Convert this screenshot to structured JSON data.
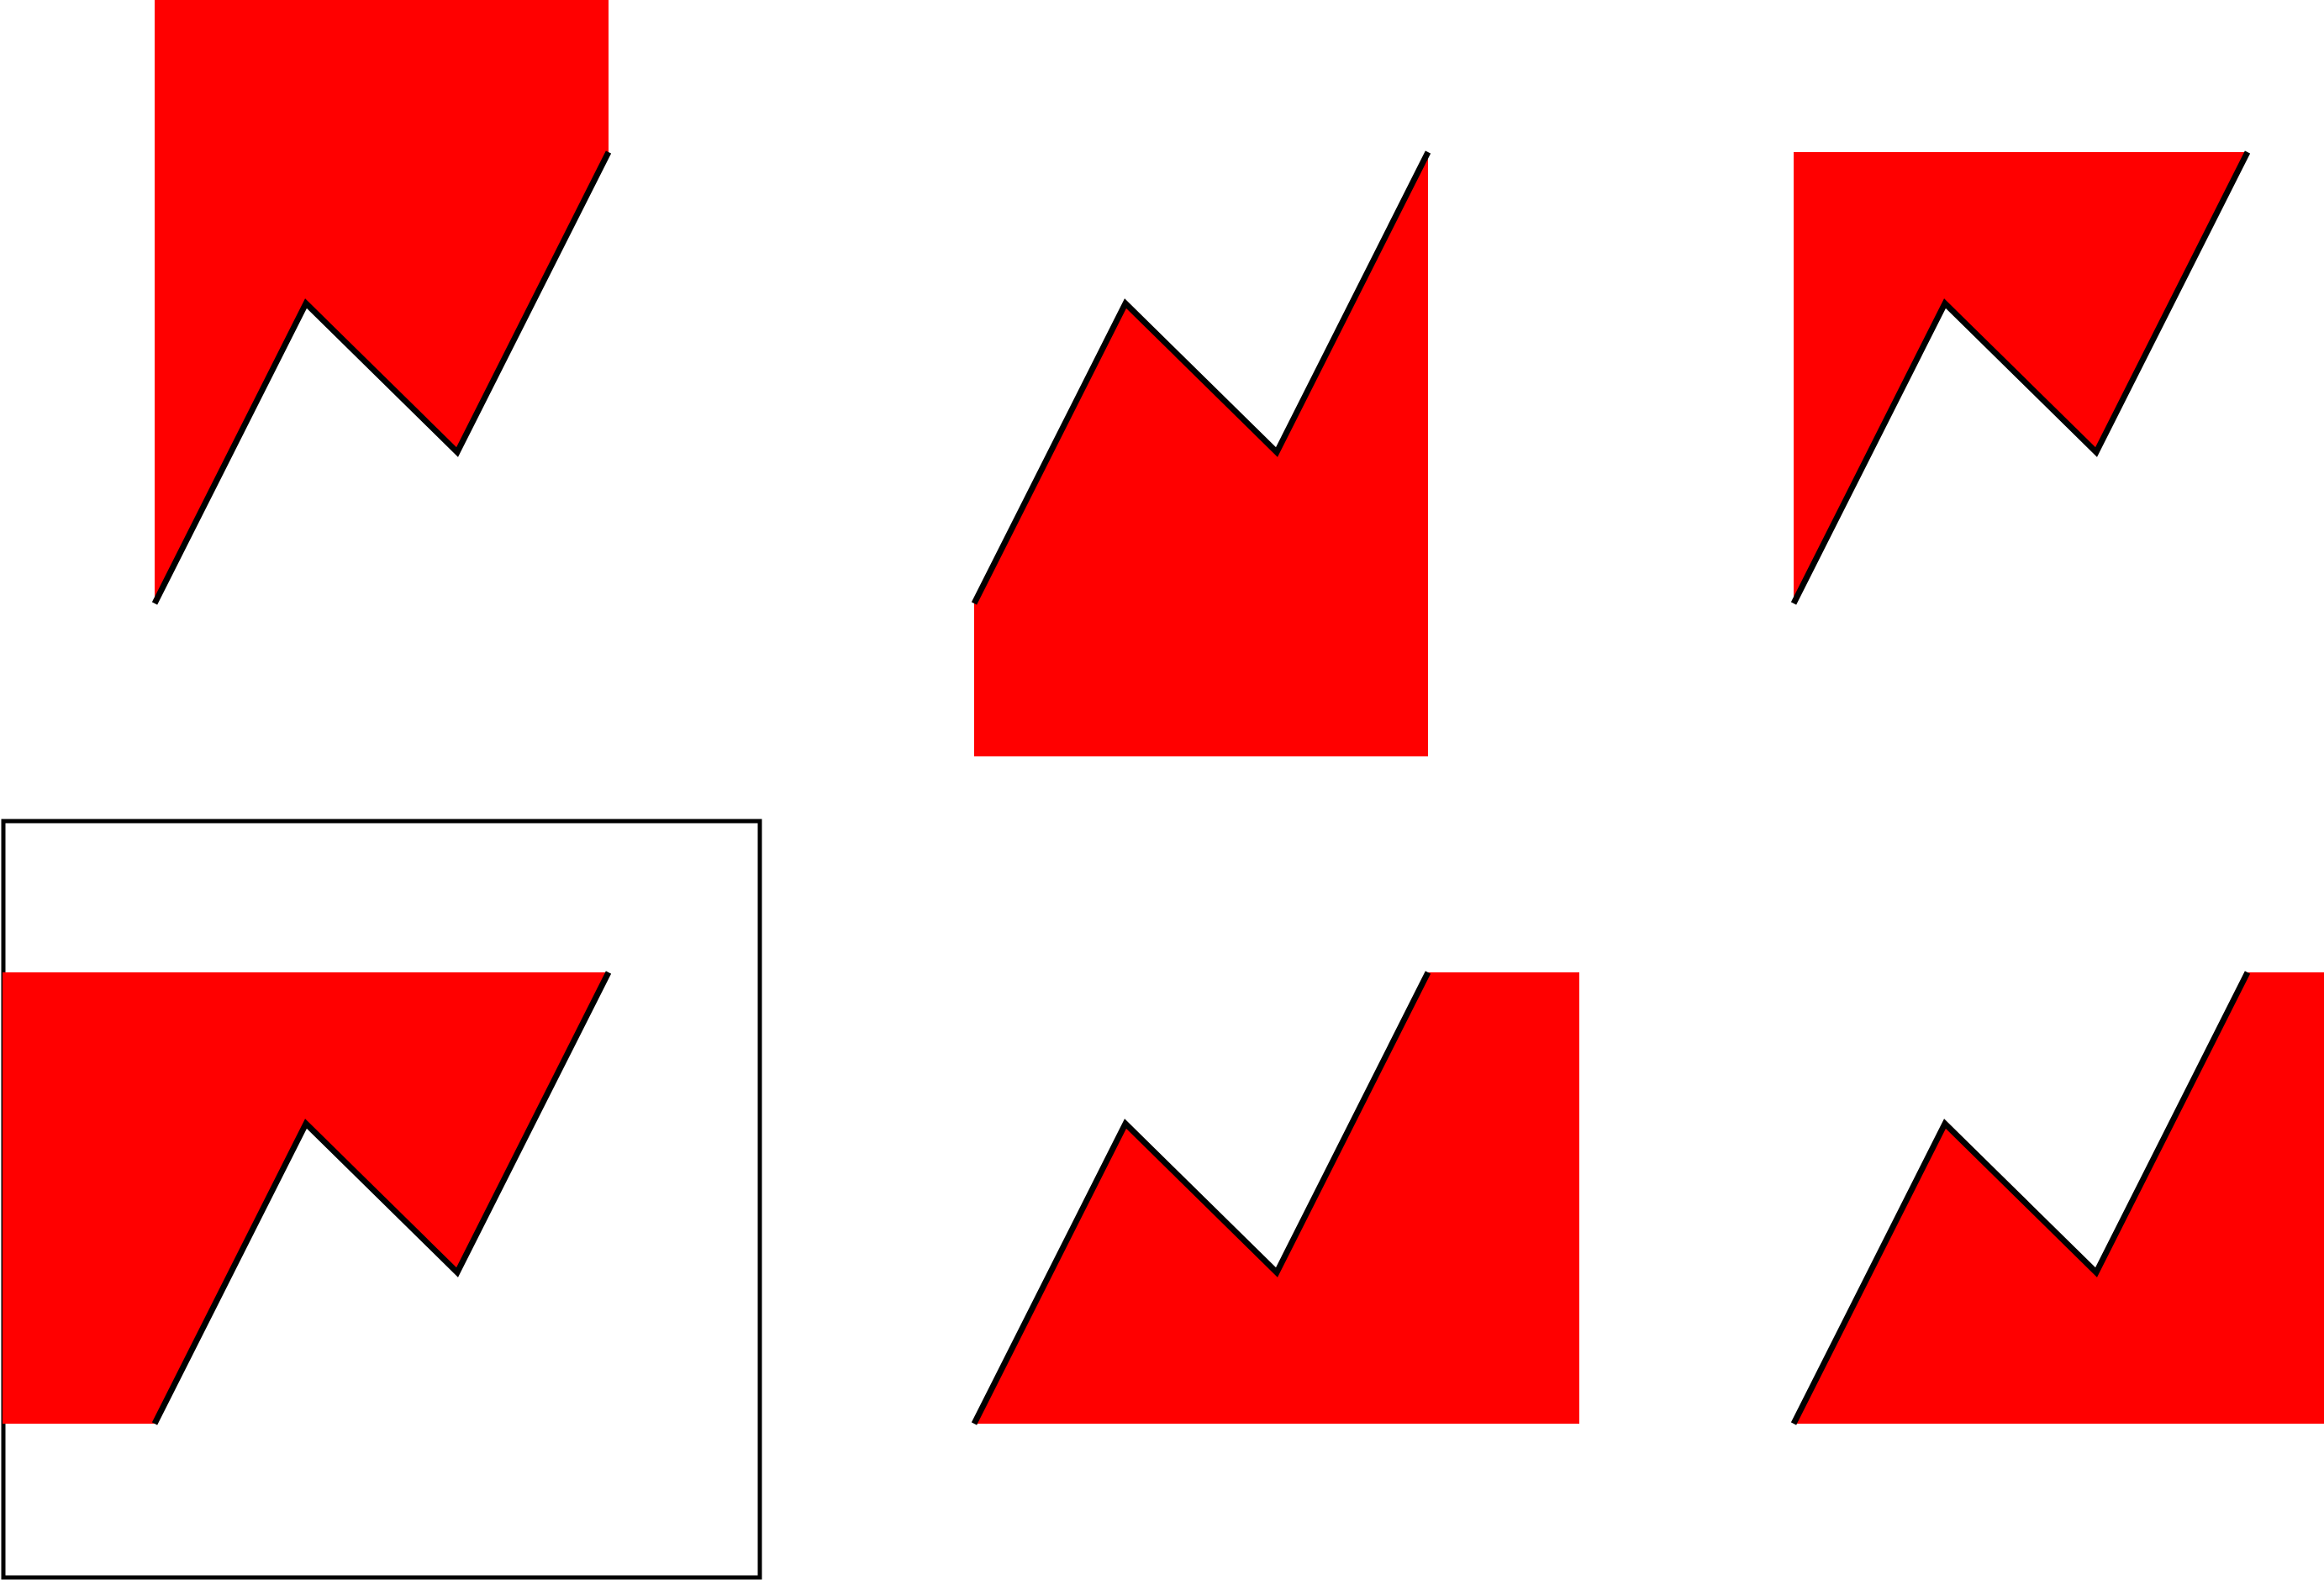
{
  "colors": {
    "fill": "#ff0000",
    "line": "#000000",
    "background": "#ffffff"
  },
  "panels": [
    {
      "name": "fill-to-top",
      "bordered": false
    },
    {
      "name": "fill-to-bottom",
      "bordered": false
    },
    {
      "name": "fill-to-top-edge",
      "bordered": false
    },
    {
      "name": "fill-to-left",
      "bordered": true
    },
    {
      "name": "fill-to-right",
      "bordered": false
    },
    {
      "name": "fill-to-right-edge",
      "bordered": false
    }
  ]
}
